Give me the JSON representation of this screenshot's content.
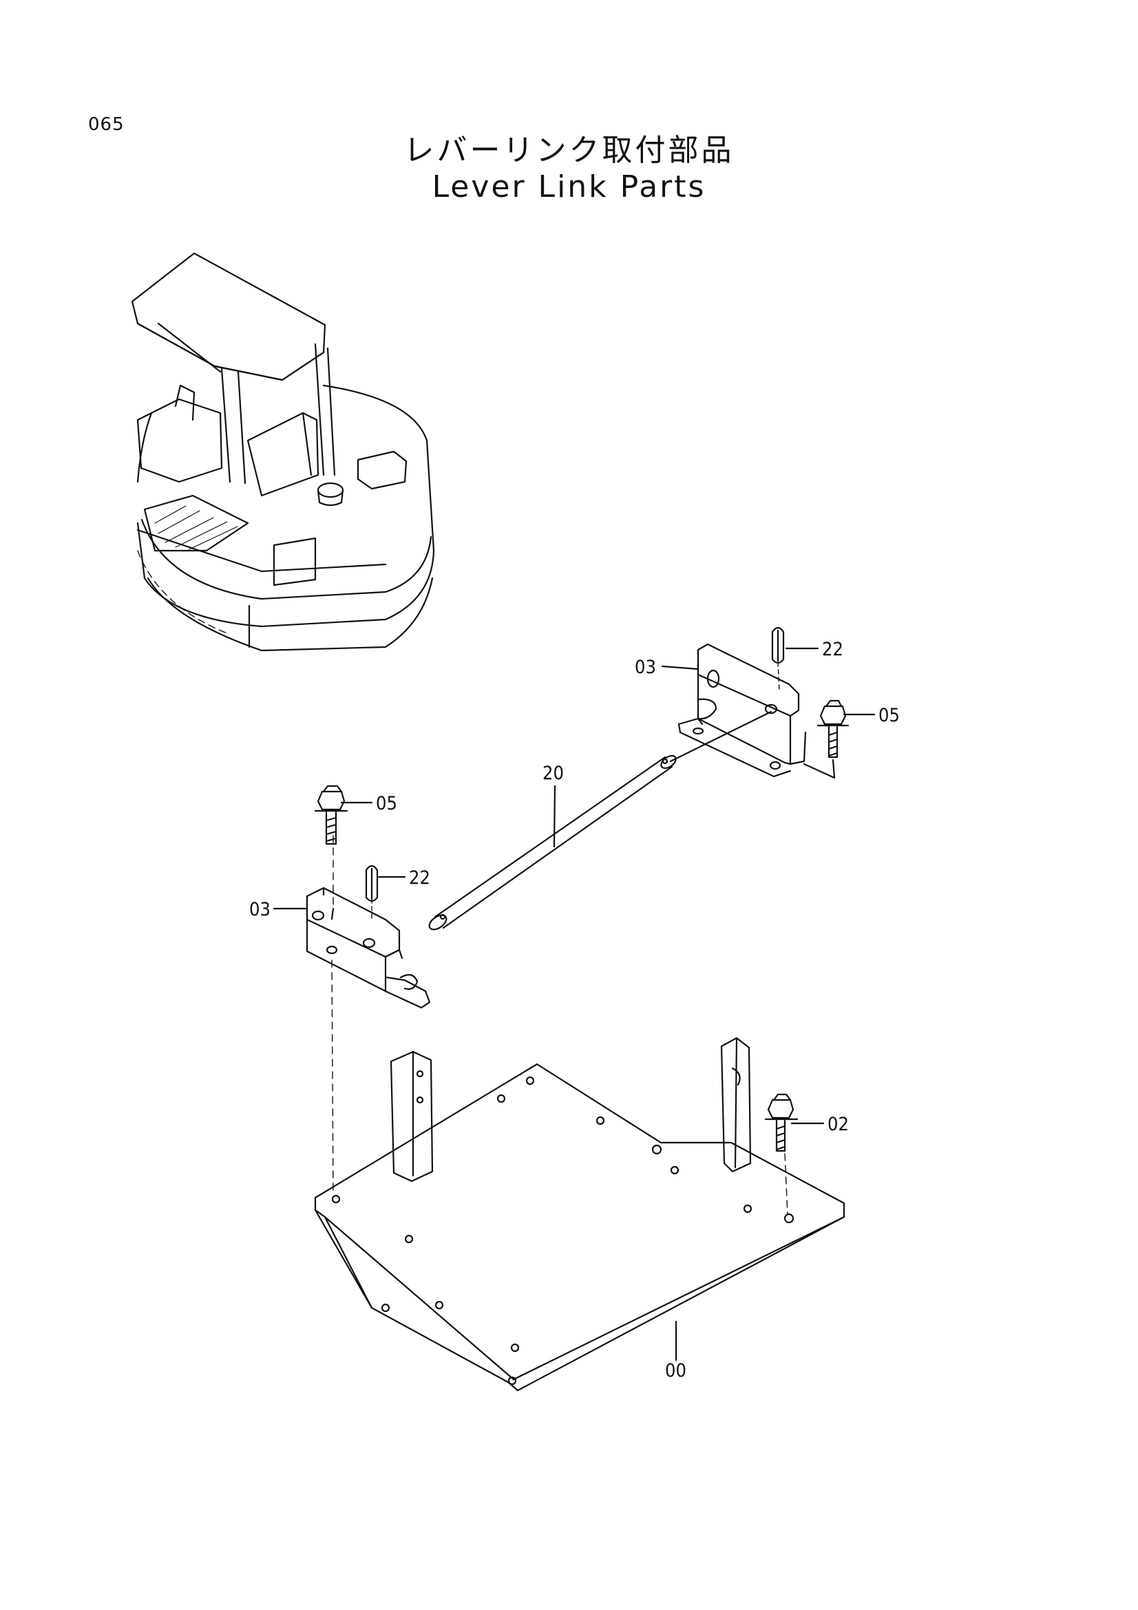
{
  "page": {
    "number": "065"
  },
  "title": {
    "ja": "レバーリンク取付部品",
    "en": "Lever Link Parts"
  },
  "callouts": {
    "c00": "00",
    "c02": "02",
    "c03_left": "03",
    "c03_right": "03",
    "c05_left": "05",
    "c05_right": "05",
    "c20": "20",
    "c22_left": "22",
    "c22_right": "22"
  }
}
